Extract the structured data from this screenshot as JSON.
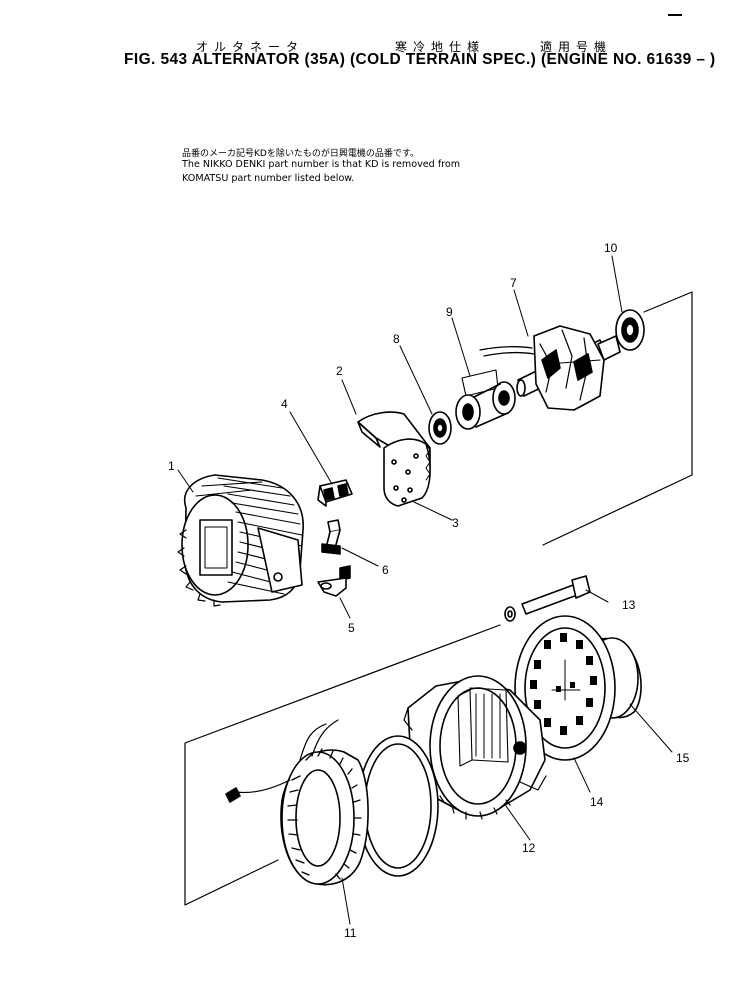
{
  "header": {
    "jp_part_name": "オルタネータ",
    "jp_spec": "寒冷地仕様",
    "jp_applicable": "適用号機",
    "title": "FIG. 543  ALTERNATOR (35A) (COLD TERRAIN SPEC.) (ENGINE NO. 61639 – )"
  },
  "note": {
    "jp": "品番のメーカ記号KDを除いたものが日興電機の品番です。",
    "en_line1": "The NIKKO DENKI part number is that KD is removed from",
    "en_line2": "KOMATSU part number listed below."
  },
  "callouts": [
    "1",
    "2",
    "3",
    "4",
    "5",
    "6",
    "7",
    "8",
    "9",
    "10",
    "11",
    "12",
    "13",
    "14",
    "15"
  ]
}
